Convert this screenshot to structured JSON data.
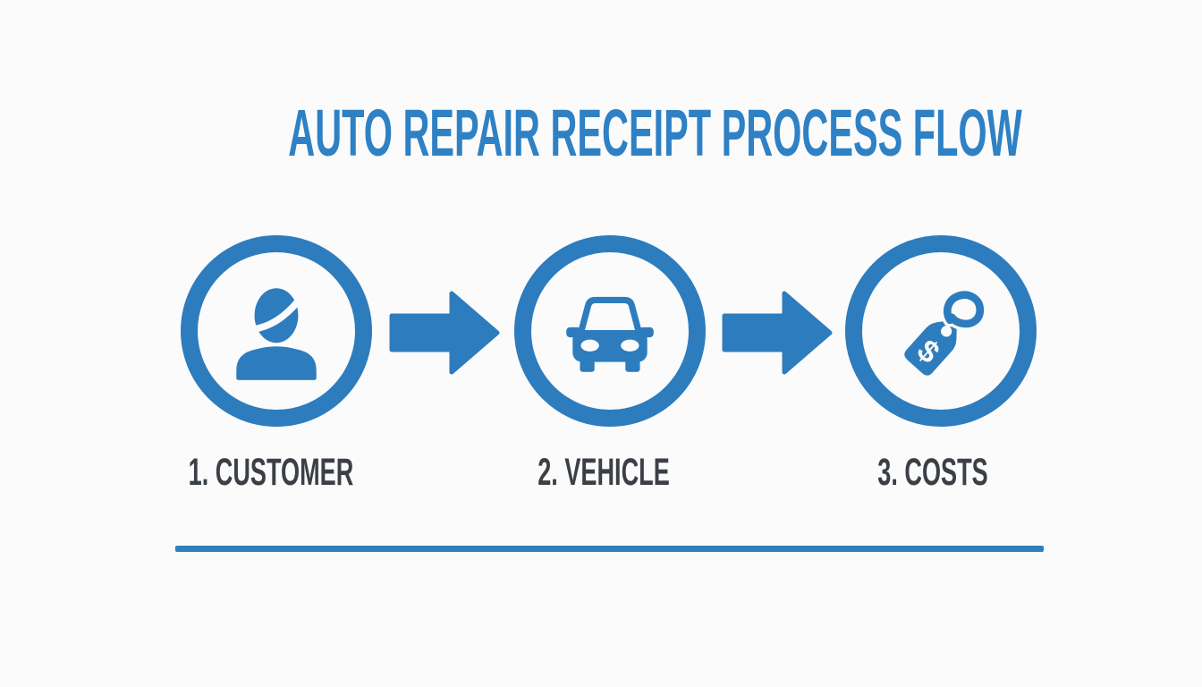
{
  "title": "AUTO REPAIR RECEIPT PROCESS FLOW",
  "steps": [
    {
      "label": "1. CUSTOMER",
      "icon": "customer-person-icon"
    },
    {
      "label": "2. VEHICLE",
      "icon": "vehicle-car-icon"
    },
    {
      "label": "3. COSTS",
      "icon": "costs-price-tag-icon"
    }
  ],
  "icons": {
    "price_tag_symbol": "$"
  },
  "colors": {
    "accent_blue": "#2e81c4",
    "icon_blue": "#2d7cbe",
    "label_dark": "#3b4046",
    "divider_blue": "#2f80bd",
    "background": "#fbfbfb"
  }
}
